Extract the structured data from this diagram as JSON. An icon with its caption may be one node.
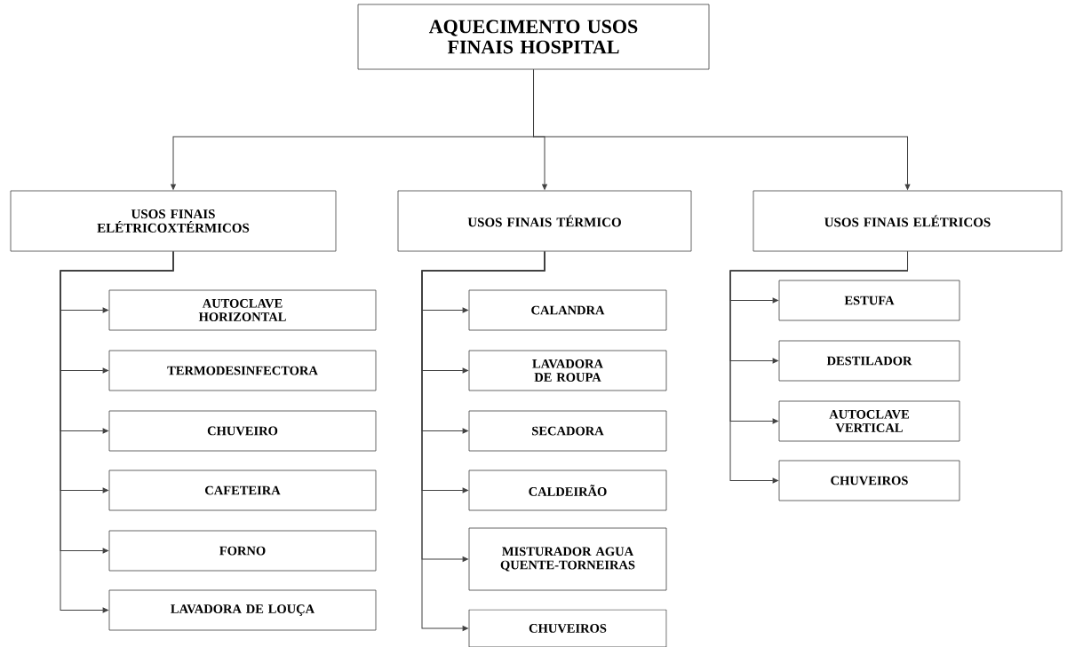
{
  "diagram": {
    "nodes": [
      {
        "text": [
          "AQUECIMENTO USOS FINAIS HOSPITAL"
        ]
      },
      {
        "text": [
          "USOS FINAIS ELÉTRICOXTÉRMICOS"
        ]
      },
      {
        "text": [
          "USOS FINAIS TÉRMICO"
        ]
      },
      {
        "text": [
          "USOS FINAIS ELÉTRICOS"
        ]
      },
      {
        "text": [
          "AUTOCLAVE HORIZONTAL"
        ]
      },
      {
        "text": [
          "TERMODESINFECTORA"
        ]
      },
      {
        "text": [
          "CHUVEIRO"
        ]
      },
      {
        "text": [
          "CAFETEIRA"
        ]
      },
      {
        "text": [
          "FORNO"
        ]
      },
      {
        "text": [
          "LAVADORA DE LOUÇA"
        ]
      },
      {
        "text": [
          "CALANDRA"
        ]
      },
      {
        "text": [
          "LAVADORA DE ROUPA"
        ]
      },
      {
        "text": [
          "SECADORA"
        ]
      },
      {
        "text": [
          "CALDEIRÃO"
        ]
      },
      {
        "text": [
          "MISTURADOR AGUA QUENTE-TORNEIRAS"
        ]
      },
      {
        "text": [
          "CHUVEIROS"
        ]
      },
      {
        "text": [
          "ESTUFA"
        ]
      },
      {
        "text": [
          "DESTILADOR"
        ]
      },
      {
        "text": [
          "AUTOCLAVE VERTICAL"
        ]
      },
      {
        "text": [
          "CHUVEIROS"
        ]
      }
    ],
    "edges": [
      {
        "from": 0,
        "to": 1,
        "arrow": "to"
      },
      {
        "from": 0,
        "to": 2,
        "arrow": "to"
      },
      {
        "from": 0,
        "to": 3,
        "arrow": "to"
      },
      {
        "from": 1,
        "to": 4,
        "arrow": "to"
      },
      {
        "from": 1,
        "to": 5,
        "arrow": "to"
      },
      {
        "from": 1,
        "to": 6,
        "arrow": "to"
      },
      {
        "from": 1,
        "to": 7,
        "arrow": "to"
      },
      {
        "from": 1,
        "to": 8,
        "arrow": "to"
      },
      {
        "from": 1,
        "to": 9,
        "arrow": "to"
      },
      {
        "from": 2,
        "to": 10,
        "arrow": "to"
      },
      {
        "from": 2,
        "to": 11,
        "arrow": "to"
      },
      {
        "from": 2,
        "to": 12,
        "arrow": "to"
      },
      {
        "from": 2,
        "to": 13,
        "arrow": "to"
      },
      {
        "from": 2,
        "to": 14,
        "arrow": "to"
      },
      {
        "from": 2,
        "to": 15,
        "arrow": "to"
      },
      {
        "from": 3,
        "to": 16,
        "arrow": "to"
      },
      {
        "from": 3,
        "to": 17,
        "arrow": "to"
      },
      {
        "from": 3,
        "to": 18,
        "arrow": "to"
      },
      {
        "from": 3,
        "to": 19,
        "arrow": "to"
      }
    ]
  }
}
